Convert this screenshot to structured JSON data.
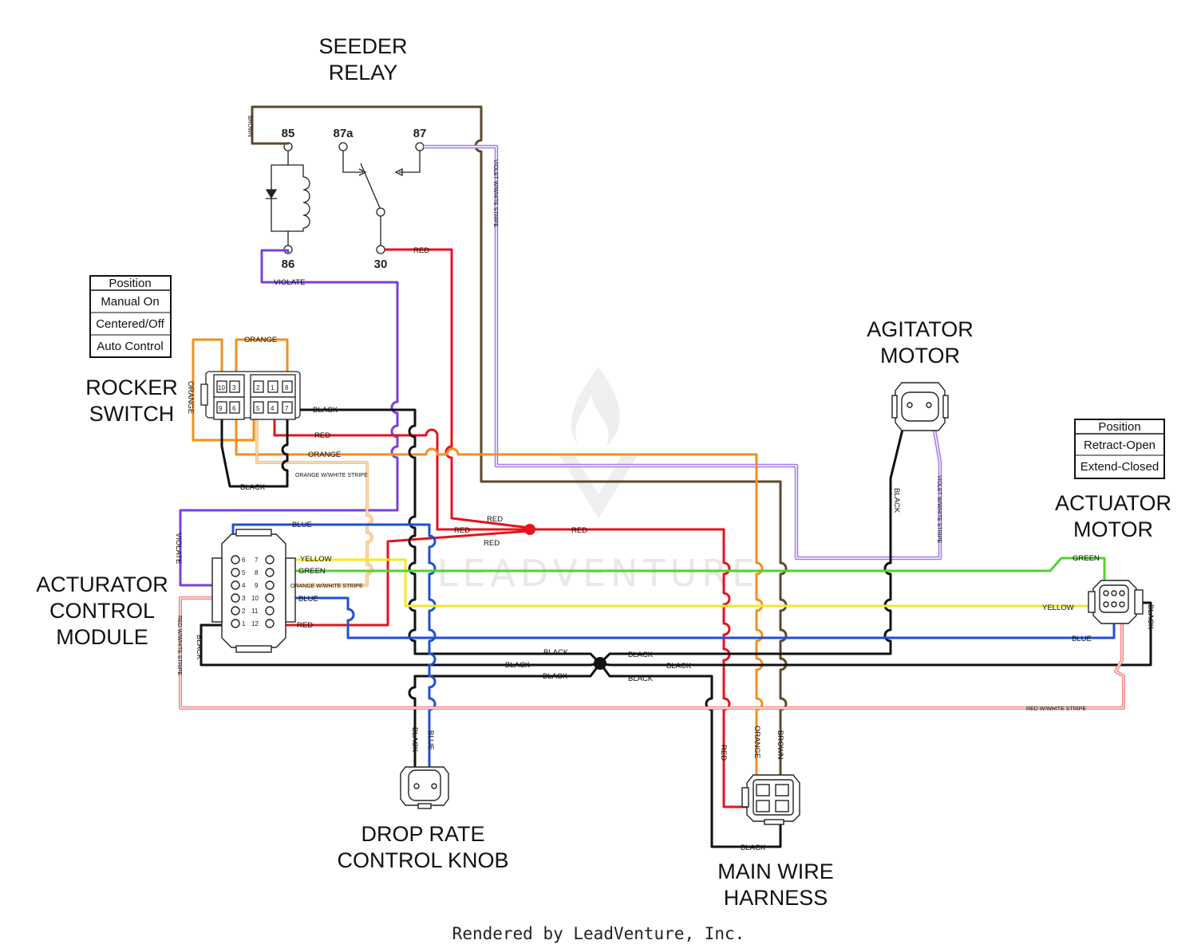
{
  "components": {
    "seeder_relay": [
      "SEEDER",
      "RELAY"
    ],
    "rocker_switch": [
      "ROCKER",
      "SWITCH"
    ],
    "actuator_control_module": [
      "ACTURATOR",
      "CONTROL",
      "MODULE"
    ],
    "agitator_motor": [
      "AGITATOR",
      "MOTOR"
    ],
    "actuator_motor": [
      "ACTUATOR",
      "MOTOR"
    ],
    "drop_rate_control_knob": [
      "DROP RATE",
      "CONTROL KNOB"
    ],
    "main_wire_harness": [
      "MAIN WIRE",
      "HARNESS"
    ]
  },
  "relay_pins": {
    "p85": "85",
    "p87a": "87a",
    "p87": "87",
    "p86": "86",
    "p30": "30"
  },
  "rocker_table": {
    "header": "Position",
    "rows": [
      "Manual On",
      "Centered/Off",
      "Auto Control"
    ]
  },
  "actuator_table": {
    "header": "Position",
    "rows": [
      "Retract-Open",
      "Extend-Closed"
    ]
  },
  "module_pins": [
    "6",
    "7",
    "5",
    "8",
    "4",
    "9",
    "3",
    "10",
    "2",
    "11",
    "1",
    "12"
  ],
  "switch_pins": [
    "10",
    "3",
    "2",
    "1",
    "8",
    "9",
    "6",
    "5",
    "4",
    "7"
  ],
  "wire_labels": {
    "brown": "BROWN",
    "violet_white": "VIOLET W/WHITE STRIPE",
    "violate": "VIOLATE",
    "red": "RED",
    "orange": "ORANGE",
    "black": "BLACK",
    "orange_white": "ORANGE W/WHITE STRIPE",
    "blue": "BLUE",
    "yellow": "YELLOW",
    "green": "GREEN",
    "red_white": "RED W/WHITE STRIPE"
  },
  "watermark": "LEADVENTURE",
  "footer": "Rendered by LeadVenture, Inc.",
  "colors": {
    "brown": "#5c4a2a",
    "violet": "#7b3fe0",
    "violet_light": "#9f7be8",
    "red": "#e4141b",
    "orange": "#f0901e",
    "black": "#111111",
    "blue": "#1e4fd8",
    "yellow": "#f2ea24",
    "green": "#55d12e",
    "orange_stripe": "#f3b060",
    "red_stripe": "#f08080"
  }
}
